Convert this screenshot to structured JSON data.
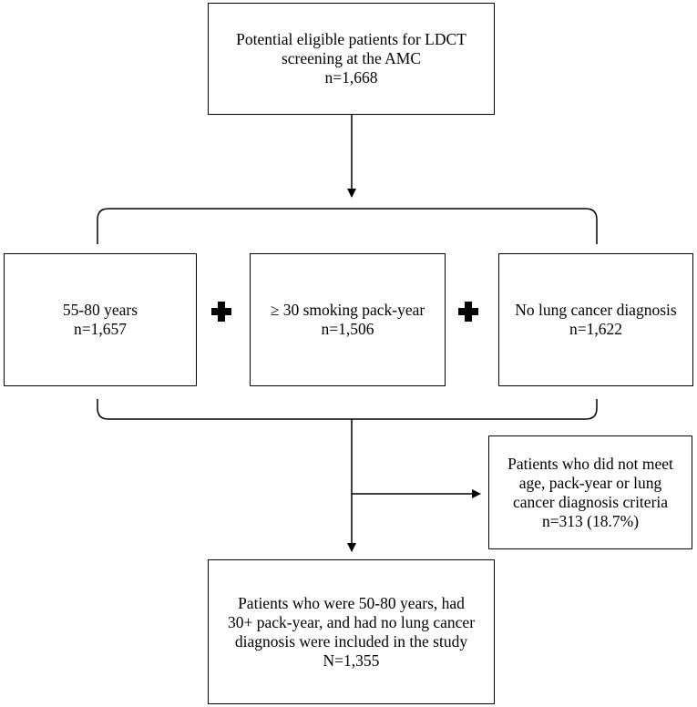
{
  "flowchart": {
    "top_box": {
      "line1": "Potential eligible patients for LDCT",
      "line2": "screening at the AMC",
      "count": "n=1,668"
    },
    "criteria": [
      {
        "label": "55-80 years",
        "count": "n=1,657"
      },
      {
        "label": "≥ 30 smoking pack-year",
        "count": "n=1,506"
      },
      {
        "label": "No lung cancer diagnosis",
        "count": "n=1,622"
      }
    ],
    "excluded_box": {
      "line1": "Patients who did not meet",
      "line2": "age, pack-year or lung",
      "line3": "cancer diagnosis criteria",
      "count": "n=313 (18.7%)"
    },
    "final_box": {
      "line1": "Patients who were 50-80 years, had",
      "line2": "30+ pack-year, and had no lung cancer",
      "line3": "diagnosis were included in the study",
      "count": "N=1,355"
    }
  }
}
